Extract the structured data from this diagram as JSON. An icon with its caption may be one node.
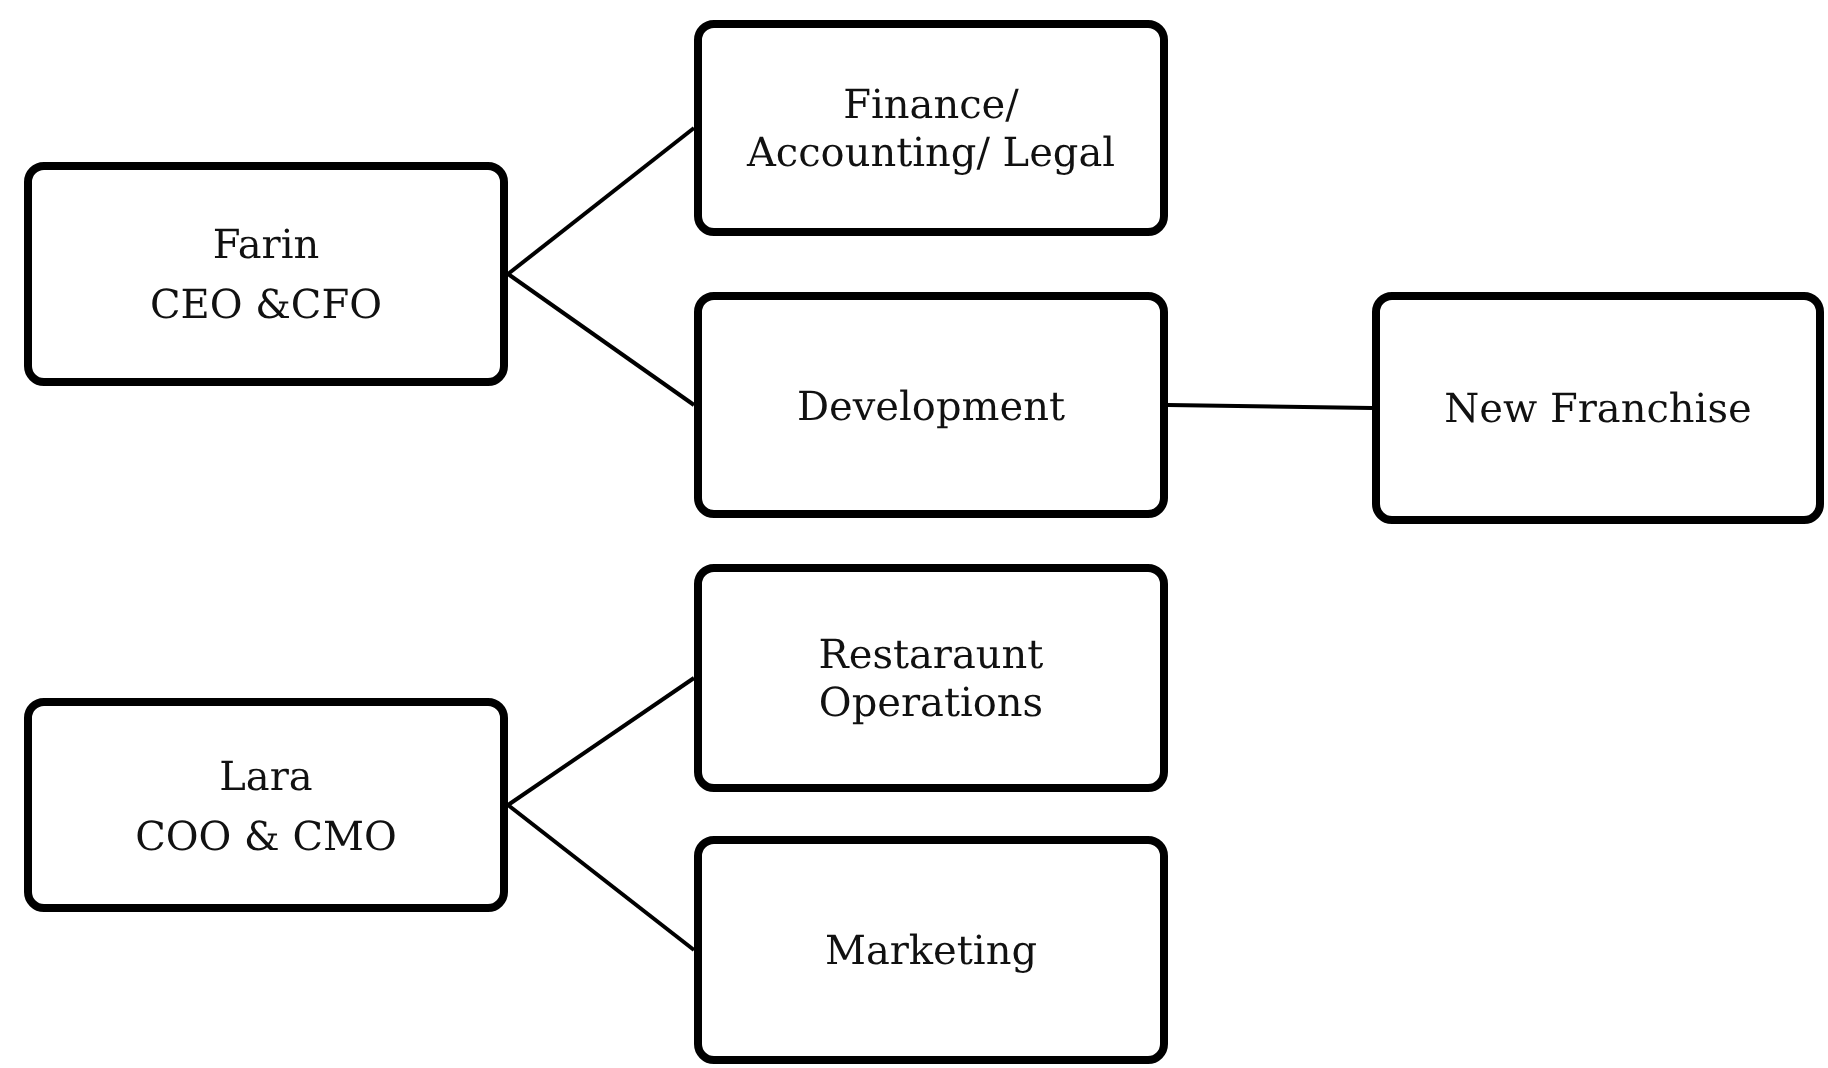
{
  "diagram": {
    "nodes": [
      {
        "text": [
          "Farin",
          "CEO &CFO"
        ]
      },
      {
        "text": [
          "Finance/ Accounting/ Legal"
        ]
      },
      {
        "text": [
          "Development"
        ]
      },
      {
        "text": [
          "New Franchise"
        ]
      },
      {
        "text": [
          "Lara",
          "COO & CMO"
        ]
      },
      {
        "text": [
          "Restaraunt Operations"
        ]
      },
      {
        "text": [
          "Marketing"
        ]
      }
    ],
    "edges": [
      {
        "from": 0,
        "to": 1,
        "arrow": "none"
      },
      {
        "from": 0,
        "to": 2,
        "arrow": "none"
      },
      {
        "from": 2,
        "to": 3,
        "arrow": "none"
      },
      {
        "from": 4,
        "to": 5,
        "arrow": "none"
      },
      {
        "from": 4,
        "to": 6,
        "arrow": "none"
      }
    ]
  }
}
